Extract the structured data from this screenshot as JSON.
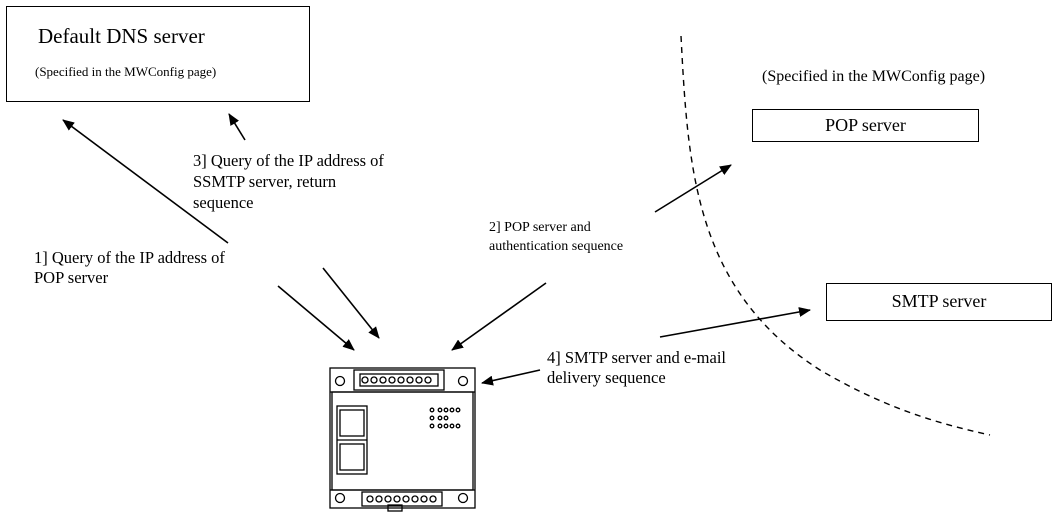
{
  "dns_box": {
    "title": "Default DNS server",
    "subtitle": "(Specified in the MWConfig page)"
  },
  "external_note": "(Specified in the MWConfig page)",
  "servers": {
    "pop": "POP server",
    "smtp": "SMTP server"
  },
  "steps": {
    "step1": "1] Query of the IP address of\nPOP server",
    "step2": "2] POP server and\nauthentication sequence",
    "step3": "3] Query of the IP address of\nSSMTP server, return\nsequence",
    "step4": "4] SMTP server and e-mail\ndelivery sequence"
  },
  "device": {
    "icon": "plc-controller-icon"
  }
}
